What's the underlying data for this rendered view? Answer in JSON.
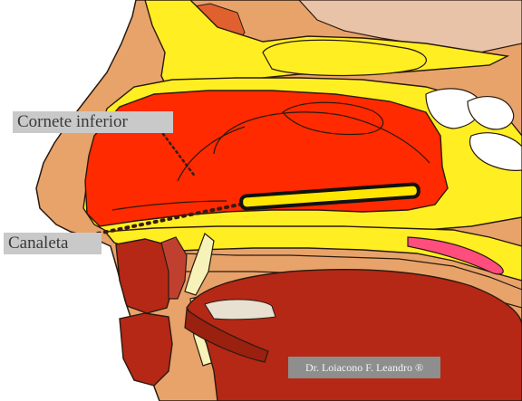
{
  "labels": {
    "cornete": "Cornete inferior",
    "canaleta": "Canaleta"
  },
  "credit": "Dr. Loiacono F. Leandro ®",
  "colors": {
    "skin": "#e8a36a",
    "skin_dark": "#c97a3e",
    "mucosa": "#ff2a00",
    "cartilage": "#ffee22",
    "bone": "#f7f2b8",
    "muscle": "#b52816",
    "muscle_dark": "#7a1408",
    "brain": "#e8c3a8",
    "splint_fill": "#ffe600",
    "splint_border": "#111111",
    "pink": "#ff4d7d"
  }
}
